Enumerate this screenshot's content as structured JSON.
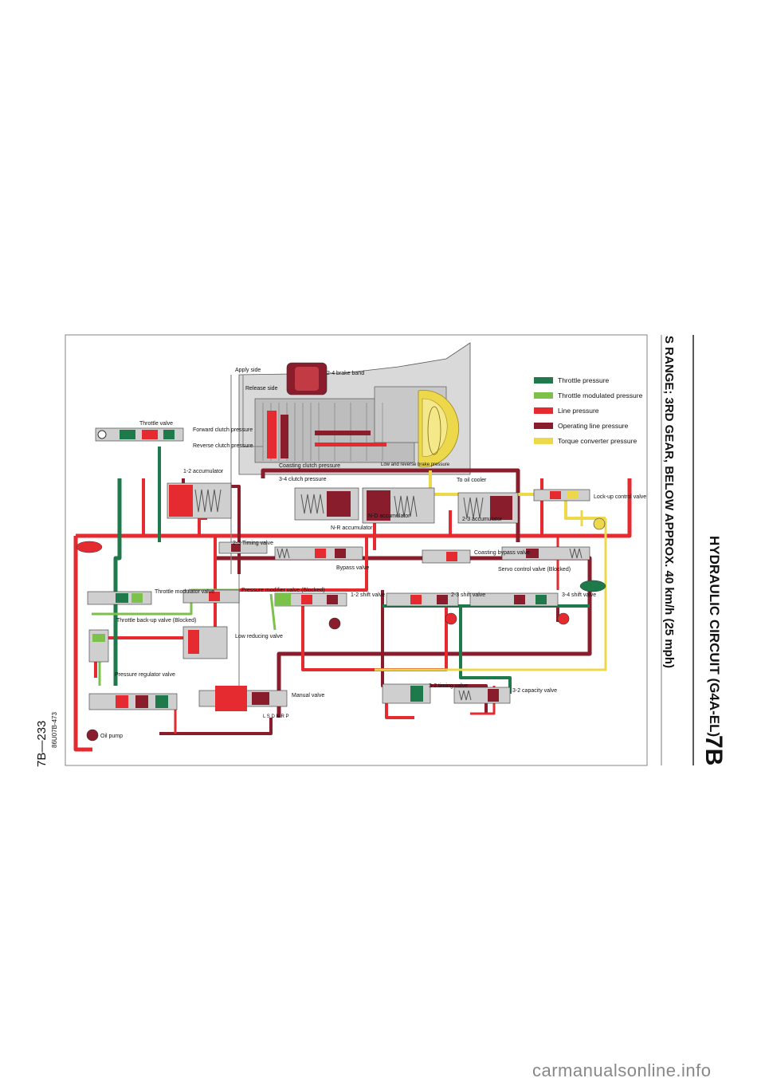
{
  "header": {
    "section_code": "7B",
    "title": "HYDRAULIC CIRCUIT (G4A-EL)",
    "subtitle": "S RANGE; 3RD GEAR, BELOW APPROX. 40 km/h (25 mph)"
  },
  "footer": {
    "page_number": "7B—233",
    "figure_code": "86U07B-473",
    "watermark": "carmanualsonline.info"
  },
  "legend": [
    {
      "label": "Throttle pressure",
      "color": "#1e7a4a"
    },
    {
      "label": "Throttle modulated pressure",
      "color": "#7cc24a"
    },
    {
      "label": "Line pressure",
      "color": "#e52b30"
    },
    {
      "label": "Operating line pressure",
      "color": "#8a1d2c"
    },
    {
      "label": "Torque converter pressure",
      "color": "#ecd84a"
    }
  ],
  "labels": {
    "apply_side": "Apply side",
    "release_side": "Release side",
    "brake_band": "2-4 brake band",
    "throttle_valve": "Throttle valve",
    "forward_clutch": "Forward clutch pressure",
    "reverse_clutch": "Reverse clutch pressure",
    "accum_12": "1-2 accumulator",
    "coasting_clutch": "Coasting clutch pressure",
    "low_reverse": "Low and reverse brake pressure",
    "clutch_34": "3-4 clutch pressure",
    "to_oil_cooler": "To oil cooler",
    "nr_accumulator": "N-R accumulator",
    "nd_accumulator": "N-D accumulator",
    "accum_23": "2-3 accumulator",
    "lockup_valve": "Lock-up control valve",
    "timing_23": "2-3 Timing valve",
    "bypass_valve": "Bypass valve",
    "coasting_bypass": "Coasting bypass valve",
    "servo_control": "Servo control valve (Blocked)",
    "throttle_modulator": "Throttle modulator valve",
    "pressure_modifier": "Pressure modifier valve (Blocked)",
    "shift_12": "1-2 shift valve",
    "shift_23": "2-3 shift valve",
    "shift_34": "3-4 shift valve",
    "throttle_backup": "Throttle back-up valve (Blocked)",
    "low_reducing": "Low reducing valve",
    "pressure_regulator": "Pressure regulator valve",
    "manual_valve": "Manual valve",
    "manual_positions": "L S D N R P",
    "timing_32": "3-2 timing valve",
    "capacity_32": "3-2 capacity valve",
    "oil_pump": "Oil pump"
  },
  "colors": {
    "throttle": "#1e7a4a",
    "modulated": "#7cc24a",
    "line": "#e52b30",
    "operating": "#8a1d2c",
    "converter": "#ecd84a",
    "valve_body": "#9a9a9a",
    "spring": "#555555",
    "frame": "#444444"
  }
}
